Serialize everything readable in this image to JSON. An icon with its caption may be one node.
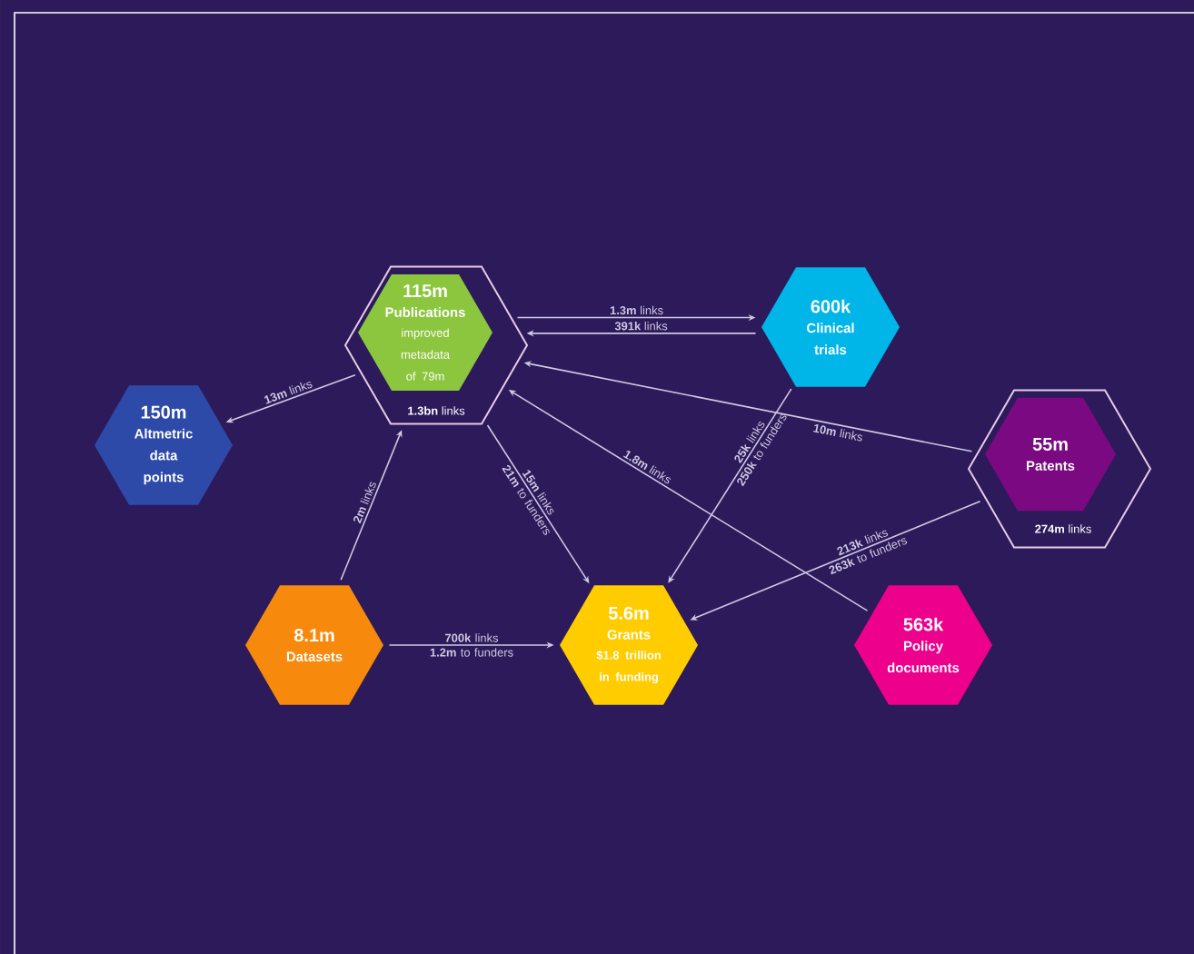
{
  "diagram": {
    "nodes": [
      {
        "text": [
          "**1.3bn** links"
        ]
      },
      {
        "text": [
          "115m",
          "Publications",
          "improved metadata of 79m"
        ],
        "in": 0
      },
      {
        "text": [
          "600k",
          "Clinical trials"
        ]
      },
      {
        "text": [
          "150m",
          "Altmetric data points"
        ]
      },
      {
        "text": [
          "**274m** links"
        ]
      },
      {
        "text": [
          "55m",
          "Patents"
        ],
        "in": 4
      },
      {
        "text": [
          "8.1m",
          "Datasets"
        ]
      },
      {
        "text": [
          "5.6m",
          "Grants",
          "$1.8 trillion in funding"
        ]
      },
      {
        "text": [
          "563k",
          "Policy documents"
        ]
      }
    ],
    "edges": [
      {
        "from": 0,
        "to": 2,
        "arrow": "to",
        "label": "**1.3m** links"
      },
      {
        "from": 2,
        "to": 0,
        "arrow": "to",
        "label": "**391k** links"
      },
      {
        "from": 0,
        "to": 3,
        "arrow": "to",
        "label": "**13m** links"
      },
      {
        "from": 4,
        "to": 0,
        "arrow": "to",
        "label": "**10m** links"
      },
      {
        "from": 6,
        "to": 0,
        "arrow": "to",
        "label": "**2m** links"
      },
      {
        "from": 0,
        "to": 7,
        "arrow": "to",
        "label": "**15m** links **21m** to funders"
      },
      {
        "from": 8,
        "to": 0,
        "arrow": "to",
        "label": "**1.8m** links"
      },
      {
        "from": 2,
        "to": 7,
        "arrow": "to",
        "label": "**25k** links **250k** to funders"
      },
      {
        "from": 4,
        "to": 7,
        "arrow": "to",
        "label": "**213k** links **263k** to funders"
      },
      {
        "from": 6,
        "to": 7,
        "arrow": "to",
        "label": "**700k** links **1.2m** to funders"
      }
    ]
  }
}
